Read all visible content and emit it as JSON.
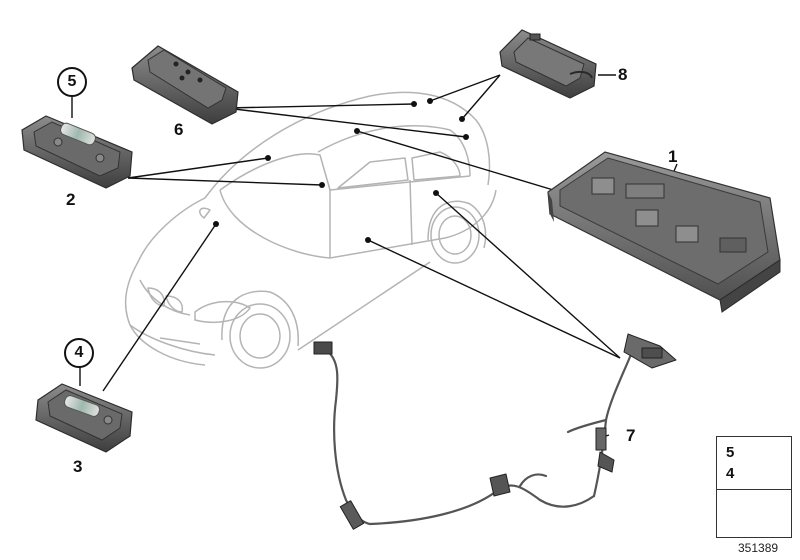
{
  "callouts": {
    "part_1": "1",
    "part_2": "2",
    "part_3": "3",
    "part_5_circled": "5",
    "part_4_circled": "4",
    "part_6": "6",
    "part_7": "7",
    "part_8": "8"
  },
  "legend": {
    "top_num_a": "5",
    "top_num_b": "4",
    "icon_bulb": "festoon-bulb-icon",
    "icon_arrow": "return-arrow-icon"
  },
  "diagram_id": "351389",
  "colors": {
    "car_outline": "#b4b4b4",
    "part_fill_dark": "#5a5a5a",
    "part_fill_mid": "#8a8a8a",
    "leader_line": "#111111"
  }
}
